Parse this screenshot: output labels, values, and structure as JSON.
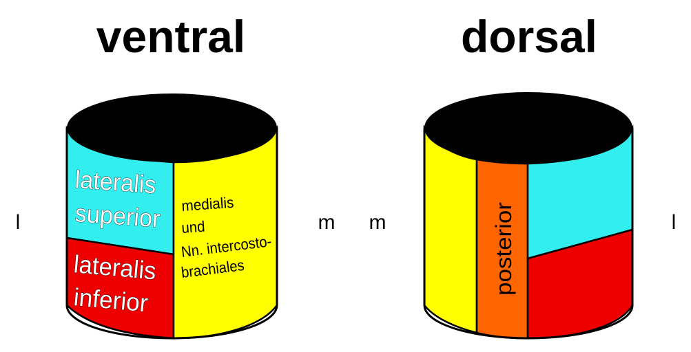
{
  "titles": {
    "ventral": "ventral",
    "dorsal": "dorsal"
  },
  "side_labels": {
    "left_ventral": "l",
    "right_ventral": "m",
    "left_dorsal": "m",
    "right_dorsal": "l"
  },
  "ventral_regions": {
    "lateralis_superior": [
      "lateralis",
      "superior"
    ],
    "lateralis_inferior": [
      "lateralis",
      "inferior"
    ],
    "medialis": [
      "medialis",
      "und",
      "Nn. intercosto-",
      "brachiales"
    ]
  },
  "dorsal_regions": {
    "posterior": "posterior"
  },
  "colors": {
    "cyan": "#33eeee",
    "red": "#ee0000",
    "yellow": "#ffff00",
    "orange": "#ff6600",
    "black": "#000000"
  }
}
